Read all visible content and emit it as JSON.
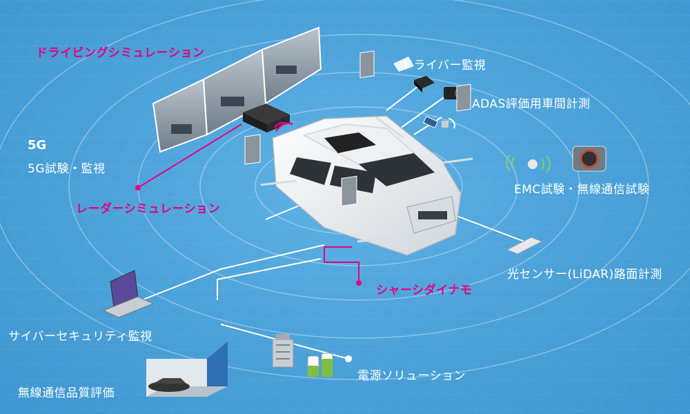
{
  "labels": {
    "driving_sim": "ドライビングシミュレーション",
    "driver_monitor": "ドライバー監視",
    "adas": "ADAS評価用車間計測",
    "fiveg_icon": "5G",
    "fiveg": "5G試験・監視",
    "emc": "EMC試験・無線通信試験",
    "radar_sim": "レーダーシミュレーション",
    "lidar": "光センサー(LiDAR)路面計測",
    "chassis": "シャーシダイナモ",
    "cyber": "サイバーセキュリティ監視",
    "power": "電源ソリューション",
    "wireless": "無線通信品質評価"
  },
  "colors": {
    "background": "#4aa0d8",
    "accent": "#e6007e",
    "line": "#ffffff"
  },
  "icons": [
    "driving-simulator-screens-icon",
    "driver-camera-icon",
    "adas-camera-icon",
    "satellite-icon",
    "antenna-icon",
    "emc-chamber-icon",
    "radar-box-icon",
    "lidar-sensor-icon",
    "laptop-icon",
    "transformer-icon",
    "battery-icon",
    "anechoic-chamber-icon",
    "car-on-test-rig-icon"
  ]
}
